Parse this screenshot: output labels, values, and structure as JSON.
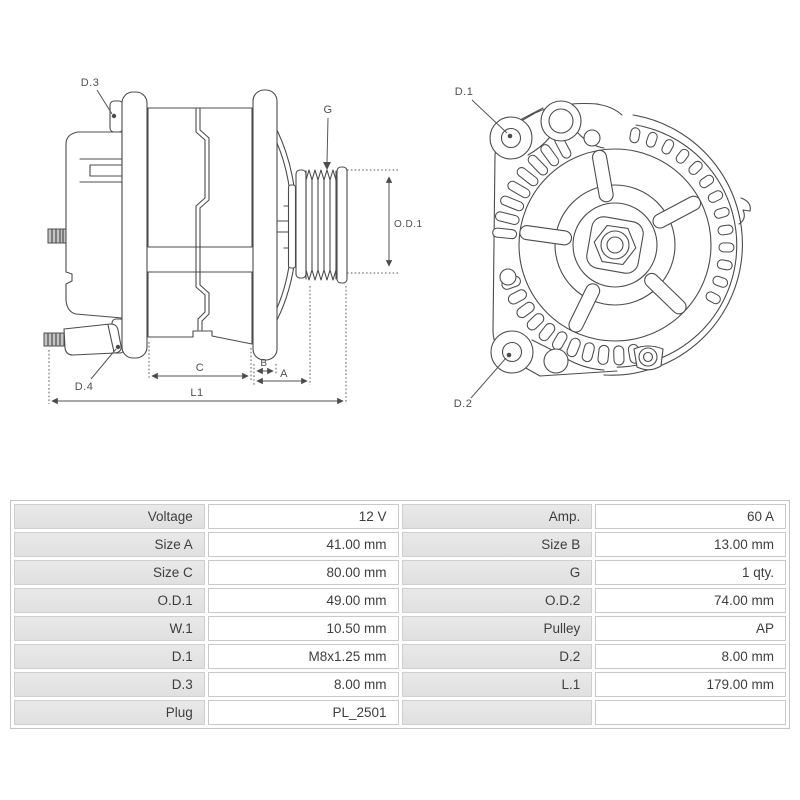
{
  "colors": {
    "line": "#4c4c4c",
    "label_cell_bg": "#e5e5e5",
    "value_cell_bg": "#ffffff",
    "table_border": "#c4c4c4",
    "text": "#3e3e3e"
  },
  "diagram_side": {
    "labels": {
      "d3": "D.3",
      "d4": "D.4",
      "g": "G",
      "od1": "O.D.1",
      "c": "C",
      "b": "B",
      "a": "A",
      "l1": "L1"
    }
  },
  "diagram_front": {
    "labels": {
      "d1": "D.1",
      "d2": "D.2"
    }
  },
  "table": {
    "rows": [
      {
        "l1": "Voltage",
        "v1": "12 V",
        "l2": "Amp.",
        "v2": "60 A"
      },
      {
        "l1": "Size A",
        "v1": "41.00 mm",
        "l2": "Size B",
        "v2": "13.00 mm"
      },
      {
        "l1": "Size C",
        "v1": "80.00 mm",
        "l2": "G",
        "v2": "1 qty."
      },
      {
        "l1": "O.D.1",
        "v1": "49.00 mm",
        "l2": "O.D.2",
        "v2": "74.00 mm"
      },
      {
        "l1": "W.1",
        "v1": "10.50 mm",
        "l2": "Pulley",
        "v2": "AP"
      },
      {
        "l1": "D.1",
        "v1": "M8x1.25 mm",
        "l2": "D.2",
        "v2": "8.00 mm"
      },
      {
        "l1": "D.3",
        "v1": "8.00 mm",
        "l2": "L.1",
        "v2": "179.00 mm"
      },
      {
        "l1": "Plug",
        "v1": "PL_2501",
        "l2": "",
        "v2": ""
      }
    ]
  }
}
